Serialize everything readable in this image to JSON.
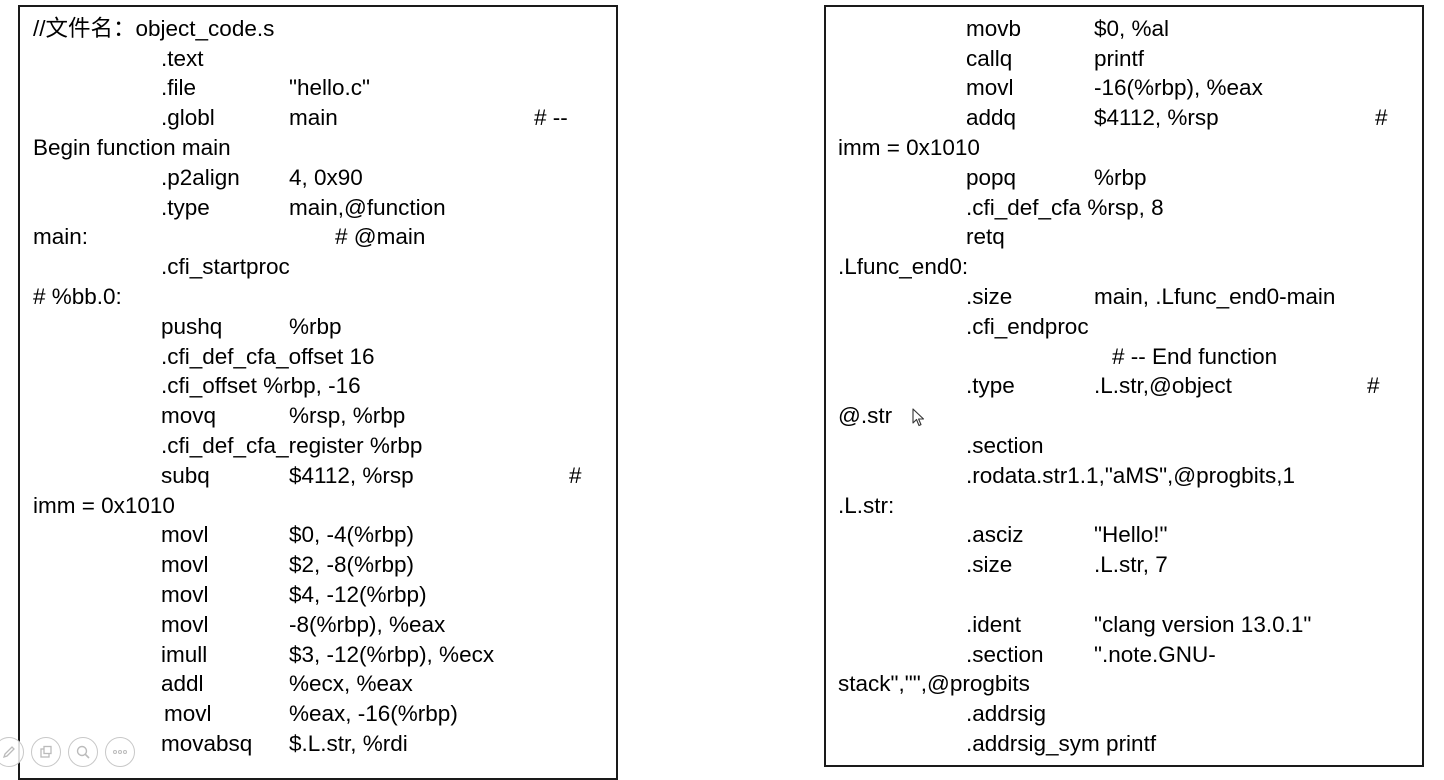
{
  "left_code": [
    "//文件名：object_code.s",
    ".text",
    ".file",
    "\"hello.c\"",
    ".globl",
    "main",
    "# --",
    "Begin function main",
    ".p2align",
    "4, 0x90",
    ".type",
    "main,@function",
    "main:",
    "# @main",
    ".cfi_startproc",
    "# %bb.0:",
    "pushq",
    "%rbp",
    ".cfi_def_cfa_offset 16",
    ".cfi_offset %rbp, -16",
    "movq",
    "%rsp, %rbp",
    ".cfi_def_cfa_register %rbp",
    "subq",
    "$4112, %rsp",
    "#",
    "imm = 0x1010",
    "movl",
    "$0, -4(%rbp)",
    "movl",
    "$2, -8(%rbp)",
    "movl",
    "$4, -12(%rbp)",
    "movl",
    "-8(%rbp), %eax",
    "imull",
    "$3, -12(%rbp), %ecx",
    "addl",
    "%ecx, %eax",
    "movl",
    "%eax, -16(%rbp)",
    "movabsq",
    "$.L.str, %rdi"
  ],
  "right_code": [
    "movb",
    "$0, %al",
    "callq",
    "printf",
    "movl",
    "-16(%rbp), %eax",
    "addq",
    "$4112, %rsp",
    "#",
    "imm = 0x1010",
    "popq",
    "%rbp",
    ".cfi_def_cfa %rsp, 8",
    "retq",
    ".Lfunc_end0:",
    ".size",
    "main, .Lfunc_end0-main",
    ".cfi_endproc",
    "# -- End function",
    ".type",
    ".L.str,@object",
    "#",
    "@.str",
    ".section",
    ".rodata.str1.1,\"aMS\",@progbits,1",
    ".L.str:",
    ".asciz",
    "\"Hello!\"",
    ".size",
    ".L.str, 7",
    ".ident",
    "\"clang version 13.0.1\"",
    ".section",
    "\".note.GNU-",
    "stack\",\"\",@progbits",
    ".addrsig",
    ".addrsig_sym printf"
  ],
  "toolbar": {
    "icons": [
      "pen-icon",
      "copy-icon",
      "zoom-icon",
      "more-icon"
    ]
  }
}
